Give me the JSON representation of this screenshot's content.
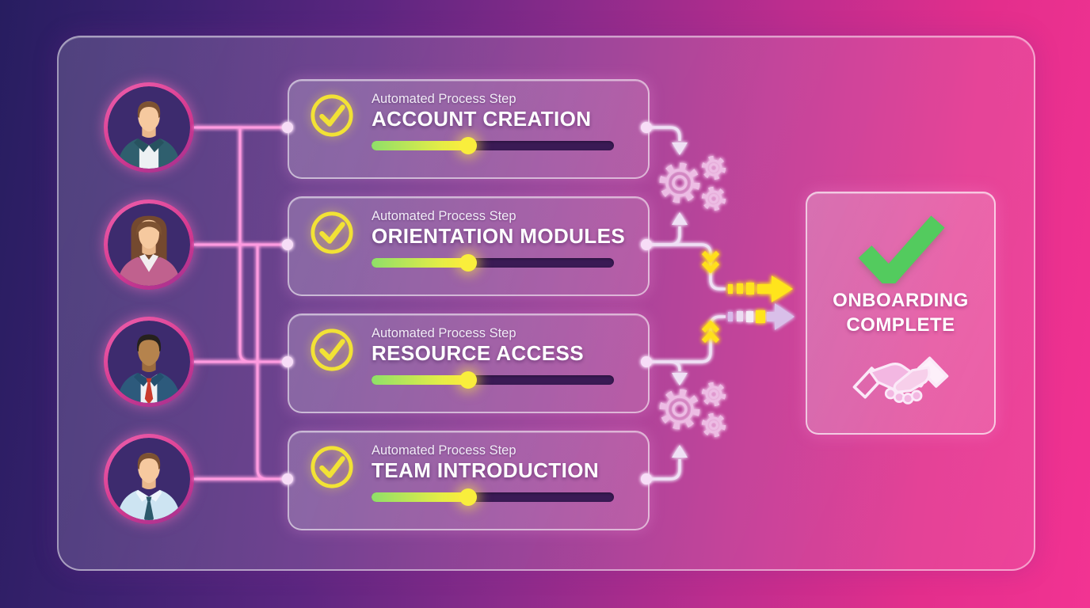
{
  "steps": [
    {
      "label": "Automated Process Step",
      "title": "ACCOUNT CREATION",
      "progress_percent": 40
    },
    {
      "label": "Automated Process Step",
      "title": "ORIENTATION MODULES",
      "progress_percent": 40
    },
    {
      "label": "Automated Process Step",
      "title": "RESOURCE ACCESS",
      "progress_percent": 40
    },
    {
      "label": "Automated Process Step",
      "title": "TEAM INTRODUCTION",
      "progress_percent": 40
    }
  ],
  "result": {
    "line1": "ONBOARDING",
    "line2": "COMPLETE"
  },
  "icons": {
    "step_check": "check-circle-icon",
    "result_check": "checkmark-icon",
    "gears": "gears-icon",
    "flow_arrow": "arrow-right-icon",
    "chevrons": "double-chevron-icon",
    "handshake": "handshake-icon"
  },
  "avatars": [
    {
      "desc": "man with brown hair in teal jacket and white shirt"
    },
    {
      "desc": "woman with long brown hair in pink blouse"
    },
    {
      "desc": "man with dark skin in blue suit and red tie"
    },
    {
      "desc": "man with brown hair in light blue shirt and teal tie"
    }
  ],
  "colors": {
    "background_left": "#271d60",
    "background_right": "#f23392",
    "accent_yellow": "#ffe41e",
    "progress_green": "#8fdf69",
    "progress_track": "#3a1a55",
    "pink_connector": "#ff9be0",
    "lavender_connector": "#efe0f5",
    "success_green": "#53cb5e",
    "avatar_ring": "#d6398f"
  }
}
